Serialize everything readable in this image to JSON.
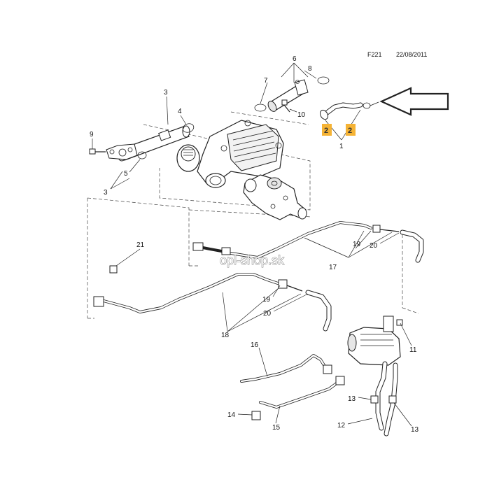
{
  "header": {
    "code": "F221",
    "date": "22/08/2011"
  },
  "watermark": "opl-shop.sk",
  "highlight_color": "#f5b335",
  "highlights": [
    "2",
    "2"
  ],
  "callouts": [
    "1",
    "3",
    "3",
    "4",
    "5",
    "6",
    "7",
    "8",
    "9",
    "10",
    "11",
    "12",
    "13",
    "13",
    "14",
    "15",
    "16",
    "17",
    "18",
    "19",
    "19",
    "20",
    "20",
    "21"
  ],
  "pointer_icon": "arrow-left-outline-icon"
}
